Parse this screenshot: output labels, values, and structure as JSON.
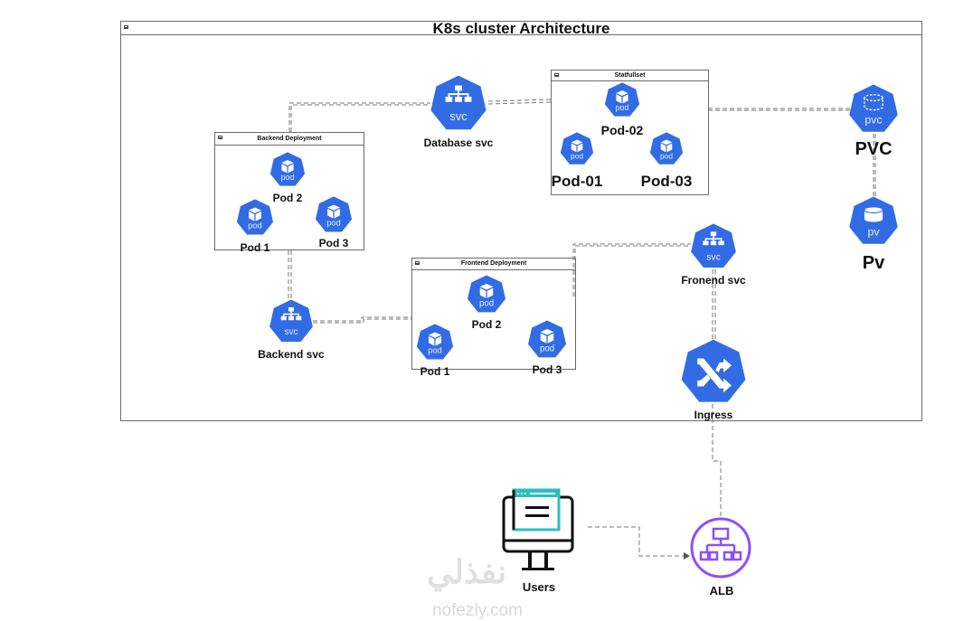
{
  "diagram": {
    "title": "K8s cluster Architecture",
    "colors": {
      "k8s_blue": "#326ce5",
      "alb_purple": "#8c4fff",
      "users_teal": "#2bbfc0",
      "border": "#6b6b6b",
      "connector": "#777777"
    },
    "groups": {
      "statefulset": {
        "title": "Statfullset"
      },
      "backend": {
        "title": "Backend Deployment"
      },
      "frontend": {
        "title": "Frontend Deployment"
      }
    },
    "nodes": {
      "database_svc": {
        "label": "Database svc",
        "icon_text": "svc",
        "icon": "service-icon"
      },
      "sts_pod_01": {
        "label": "Pod-01",
        "icon_text": "pod",
        "icon": "pod-icon"
      },
      "sts_pod_02": {
        "label": "Pod-02",
        "icon_text": "pod",
        "icon": "pod-icon"
      },
      "sts_pod_03": {
        "label": "Pod-03",
        "icon_text": "pod",
        "icon": "pod-icon"
      },
      "pvc": {
        "label": "PVC",
        "icon_text": "pvc",
        "icon": "pvc-icon"
      },
      "pv": {
        "label": "Pv",
        "icon_text": "pv",
        "icon": "pv-icon"
      },
      "be_pod_1": {
        "label": "Pod 1",
        "icon_text": "pod",
        "icon": "pod-icon"
      },
      "be_pod_2": {
        "label": "Pod 2",
        "icon_text": "pod",
        "icon": "pod-icon"
      },
      "be_pod_3": {
        "label": "Pod 3",
        "icon_text": "pod",
        "icon": "pod-icon"
      },
      "backend_svc": {
        "label": "Backend svc",
        "icon_text": "svc",
        "icon": "service-icon"
      },
      "fe_pod_1": {
        "label": "Pod 1",
        "icon_text": "pod",
        "icon": "pod-icon"
      },
      "fe_pod_2": {
        "label": "Pod 2",
        "icon_text": "pod",
        "icon": "pod-icon"
      },
      "fe_pod_3": {
        "label": "Pod 3",
        "icon_text": "pod",
        "icon": "pod-icon"
      },
      "frontend_svc": {
        "label": "Fronend svc",
        "icon_text": "svc",
        "icon": "service-icon"
      },
      "ingress": {
        "label": "Ingress",
        "icon": "ingress-icon"
      },
      "users": {
        "label": "Users",
        "icon": "monitor-browser-icon"
      },
      "alb": {
        "label": "ALB",
        "icon": "load-balancer-icon"
      }
    },
    "watermark": {
      "arabic": "نفذلي",
      "latin": "nofezly.com"
    }
  }
}
